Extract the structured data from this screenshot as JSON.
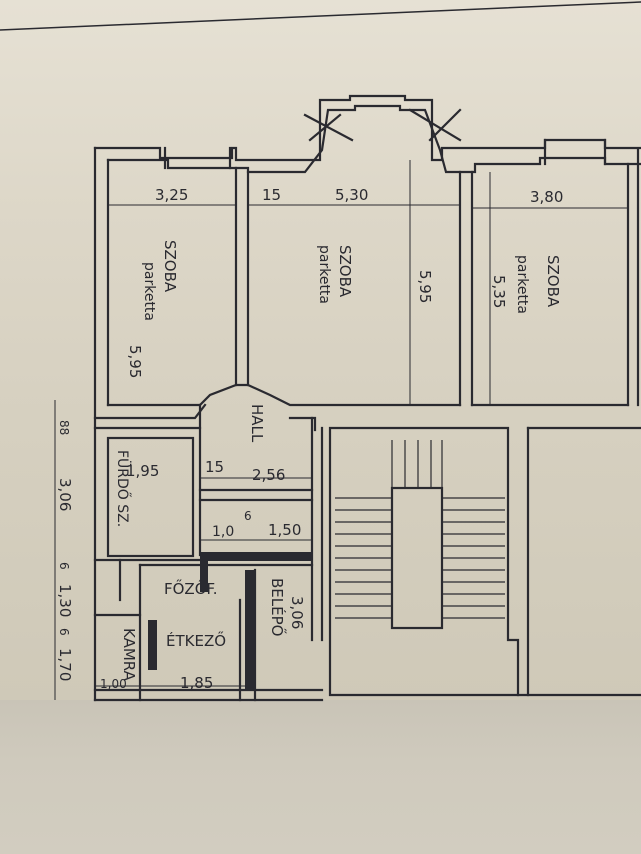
{
  "rooms": {
    "szoba_left": {
      "name": "SZOBA",
      "floor": "parketta",
      "width": "3,25",
      "depth": "5,95"
    },
    "szoba_mid": {
      "name": "SZOBA",
      "floor": "parketta",
      "width": "5,30",
      "depth": "5,95"
    },
    "szoba_right": {
      "name": "SZOBA",
      "floor": "parketta",
      "width": "3,80",
      "depth": "5,35"
    },
    "hall": {
      "name": "HALL",
      "width": "2,56"
    },
    "furdo": {
      "name": "FÜRDŐ SZ.",
      "width": "1,95"
    },
    "fozof": {
      "name": "FŐZŐF."
    },
    "etkezo": {
      "name": "ÉTKEZŐ",
      "width": "1,85"
    },
    "belepo": {
      "name": "BELÉPŐ",
      "depth": "3,06"
    },
    "kamra": {
      "name": "KAMRA",
      "width": "1,00"
    }
  },
  "dimensions": {
    "wall_15_top": "15",
    "wall_15_mid": "15",
    "d_106": "1,0",
    "d_6": "6",
    "d_150": "1,50",
    "left_88": "88",
    "left_306": "3,06",
    "left_6a": "6",
    "left_130": "1,30",
    "left_6b": "6",
    "left_170": "1,70"
  },
  "colors": {
    "ink": "#2a2a30",
    "paper": "#e3ded0"
  }
}
